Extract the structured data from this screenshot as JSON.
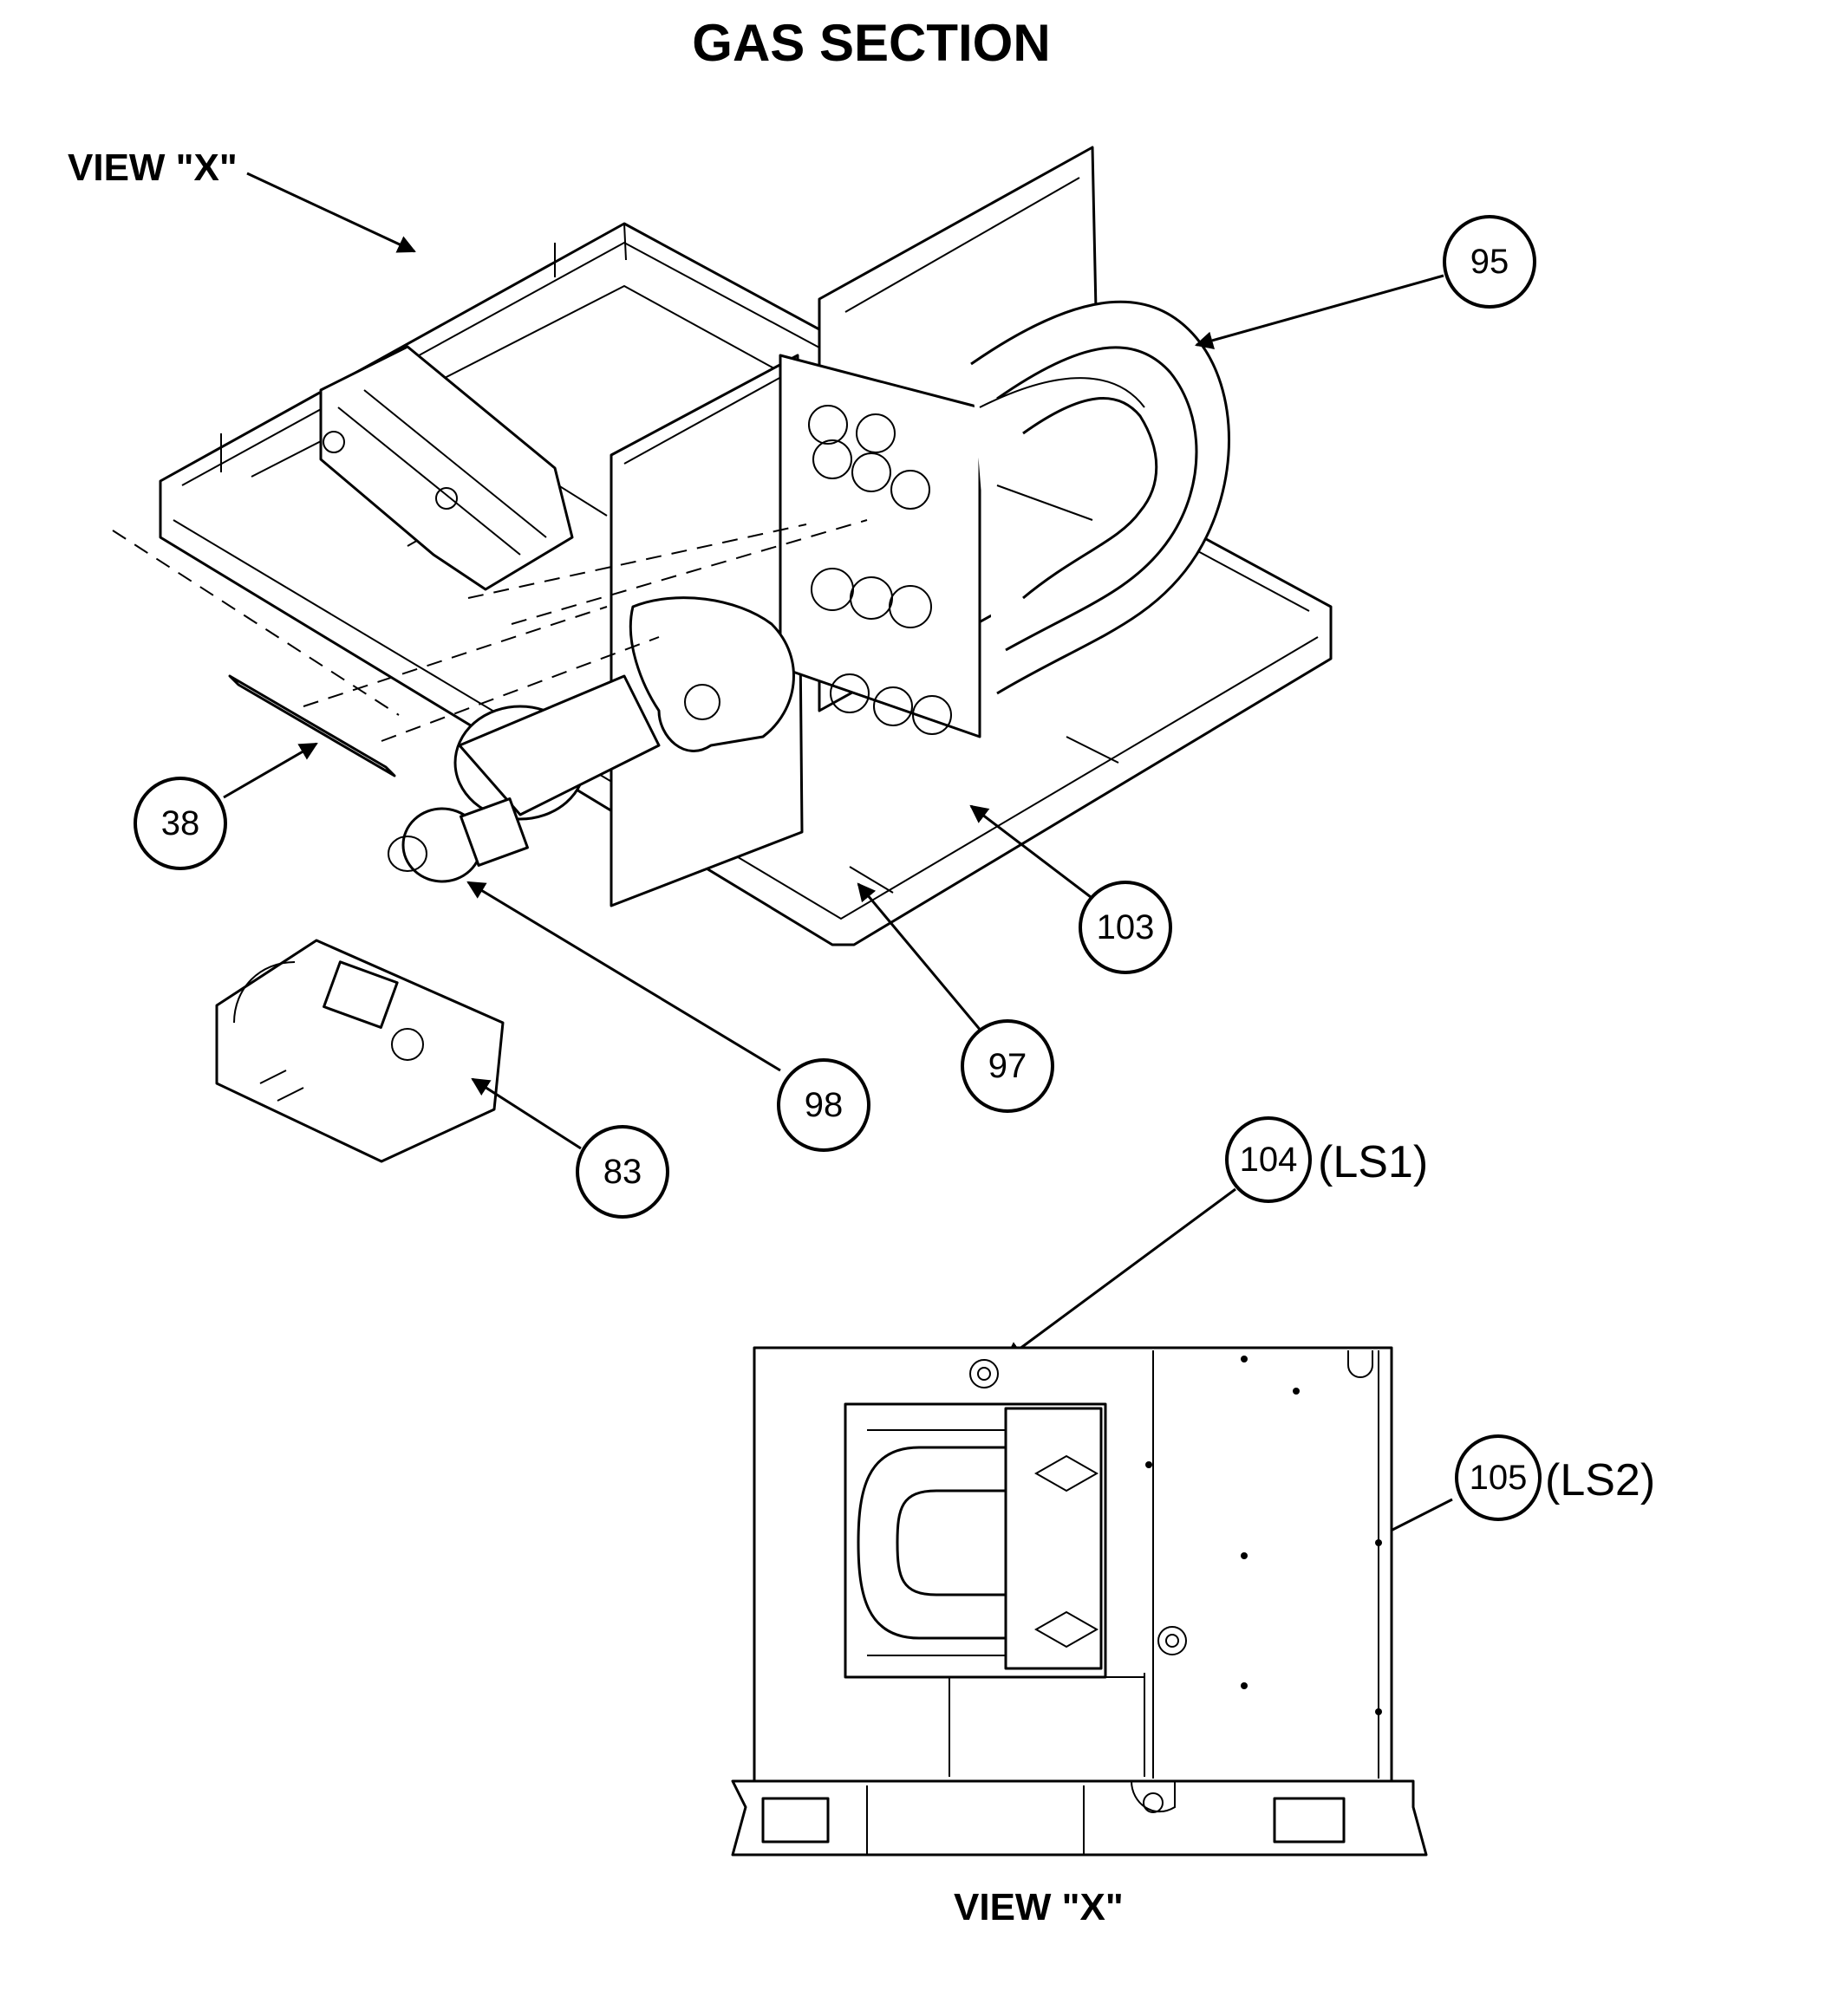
{
  "title": "GAS SECTION",
  "view_label_top": "VIEW \"X\"",
  "view_label_bottom": "VIEW \"X\"",
  "callouts": {
    "c95": "95",
    "c38": "38",
    "c103": "103",
    "c97": "97",
    "c98": "98",
    "c83": "83",
    "c104": "104",
    "c105": "105"
  },
  "tags": {
    "ls1": "(LS1)",
    "ls2": "(LS2)"
  }
}
